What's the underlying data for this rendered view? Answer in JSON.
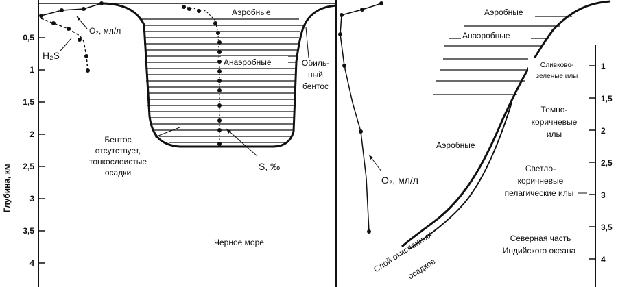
{
  "left_panel": {
    "axis_title": "Глубина, км",
    "depth_ticks": [
      "0,5",
      "1",
      "1,5",
      "2",
      "2,5",
      "3",
      "3,5",
      "4"
    ],
    "labels": {
      "aerobic": "Аэробные",
      "anaerobic": "Анаэробные",
      "o2": "O₂, мл/л",
      "h2s": "H₂S",
      "abundant_benthos": [
        "Обиль-",
        "ный",
        "бентос"
      ],
      "no_benthos": [
        "Бентос",
        "отсутствует,",
        "тонкослоистые",
        "осадки"
      ],
      "salinity": "S, ‰",
      "sea_name": "Черное море"
    }
  },
  "right_panel": {
    "depth_ticks": [
      "1",
      "1,5",
      "2",
      "2,5",
      "3",
      "3,5",
      "4"
    ],
    "labels": {
      "aerobic_top": "Аэробные",
      "anaerobic": "Анаэробные",
      "olive_muds": [
        "Оливково-",
        "зеленые илы"
      ],
      "dark_brown": [
        "Темно-",
        "коричневые",
        "илы"
      ],
      "aerobic_mid": "Аэробные",
      "light_brown": [
        "Светло-",
        "коричневые",
        "пелагические илы"
      ],
      "o2": "O₂, мл/л",
      "oxidized_layer_1": "Слой окисленных",
      "oxidized_layer_2": "осадков",
      "region": [
        "Северная часть",
        "Индийского океана"
      ]
    }
  }
}
